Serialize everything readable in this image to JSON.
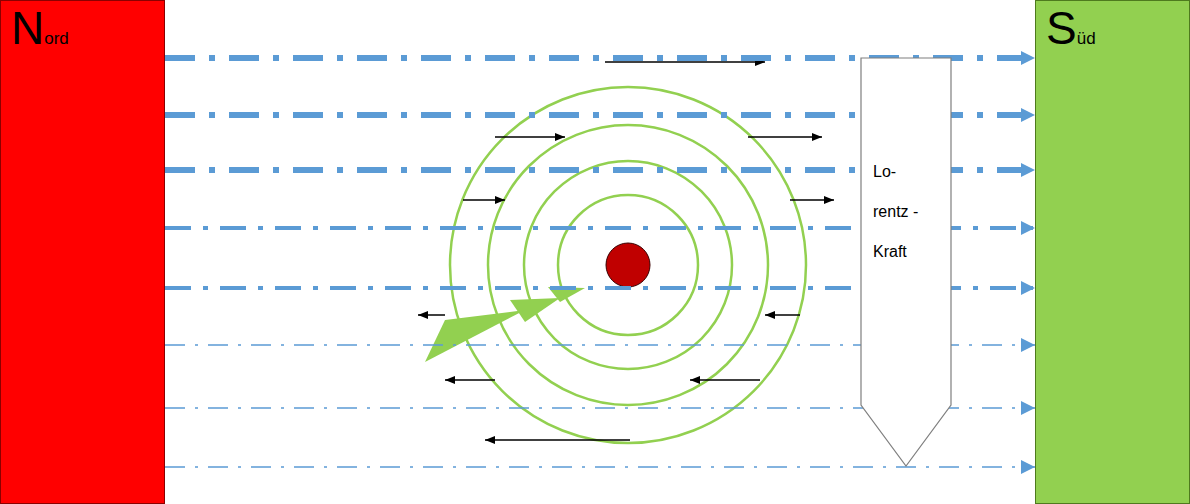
{
  "diagram": {
    "nodes": [
      {
        "text": [
          "Nord"
        ]
      },
      {
        "text": [
          "Süd"
        ]
      },
      {
        "text": [
          "Lo- rentz -Kraft"
        ]
      }
    ],
    "edges": [
      {
        "from": 0,
        "to": 1,
        "arrow": "to"
      },
      {
        "from": 0,
        "to": 1,
        "arrow": "to"
      },
      {
        "from": 0,
        "to": 1,
        "arrow": "to"
      },
      {
        "from": 0,
        "to": 1,
        "arrow": "to"
      },
      {
        "from": 0,
        "to": 1,
        "arrow": "to"
      },
      {
        "from": 0,
        "to": 1,
        "arrow": "to"
      },
      {
        "from": 0,
        "to": 1,
        "arrow": "to"
      },
      {
        "from": 0,
        "to": 1,
        "arrow": "to"
      }
    ]
  }
}
